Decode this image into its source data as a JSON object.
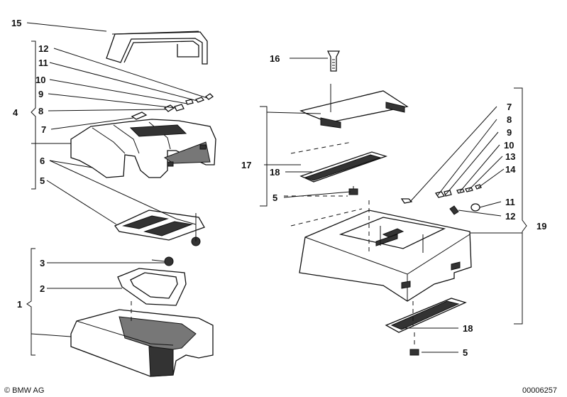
{
  "callouts": {
    "c15": "15",
    "c12l": "12",
    "c11l": "11",
    "c10l": "10",
    "c9l": "9",
    "c8l": "8",
    "c4": "4",
    "c7l": "7",
    "c6": "6",
    "c5l": "5",
    "c3": "3",
    "c2": "2",
    "c1": "1",
    "c16": "16",
    "c17": "17",
    "c18m": "18",
    "c5m": "5",
    "c7r": "7",
    "c8r": "8",
    "c9r": "9",
    "c10r": "10",
    "c13": "13",
    "c14": "14",
    "c11r": "11",
    "c12r": "12",
    "c19": "19",
    "c18r": "18",
    "c5r": "5"
  },
  "footer": {
    "brand": "© BMW AG",
    "doc_number": "00006257"
  }
}
